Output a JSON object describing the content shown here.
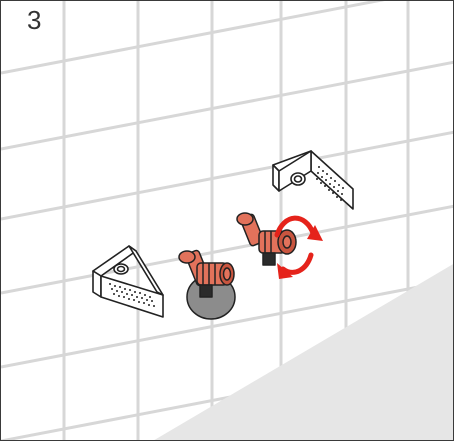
{
  "step": {
    "number": "3"
  },
  "colors": {
    "background": "#ffffff",
    "tile_grout": "#d7d7d7",
    "floor": "#e6e6e6",
    "part_outline": "#222222",
    "accent_part": "#e2725b",
    "accent_part_dark": "#c9553f",
    "rotation_arrow": "#e5231b",
    "gasket": "#8c8c8c",
    "frame": "#3a3a3a",
    "text": "#333333"
  },
  "illustration": {
    "parts": [
      {
        "name": "left-mounting-bracket",
        "icon": "bracket-icon"
      },
      {
        "name": "left-shower-arm-fitting",
        "icon": "fitting-icon"
      },
      {
        "name": "right-shower-arm-fitting",
        "icon": "fitting-icon"
      },
      {
        "name": "right-mounting-bracket",
        "icon": "bracket-icon"
      },
      {
        "name": "rotation-arrow",
        "icon": "rotate-clockwise-icon"
      }
    ]
  }
}
